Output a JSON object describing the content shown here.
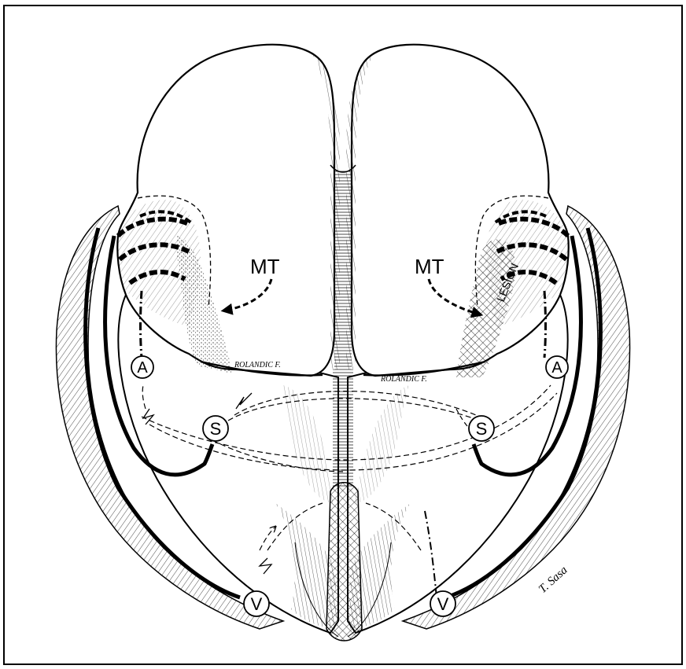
{
  "figure": {
    "labels": {
      "mt_left": "MT",
      "mt_right": "MT",
      "lesion": "LESION",
      "rolandic_left": "ROLANDIC F.",
      "rolandic_right": "ROLANDIC F.",
      "a_left": "A",
      "a_right": "A",
      "s_left": "S",
      "s_right": "S",
      "v_left": "V",
      "v_right": "V",
      "signature": "T. Sasa"
    }
  }
}
